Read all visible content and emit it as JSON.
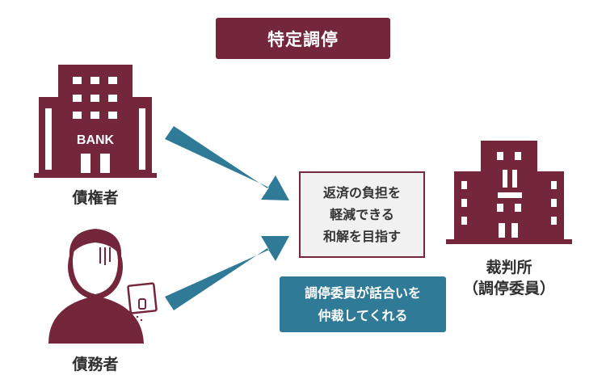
{
  "title": "特定調停",
  "creditor": {
    "building_text": "BANK",
    "label": "債権者"
  },
  "debtor": {
    "label": "債務者"
  },
  "center": {
    "lines": [
      "返済の負担を",
      "軽減できる",
      "和解を目指す"
    ]
  },
  "court": {
    "label_line1": "裁判所",
    "label_line2": "（調停委員）"
  },
  "note": {
    "lines": [
      "調停委員が話合いを",
      "仲裁してくれる"
    ]
  },
  "colors": {
    "primary": "#74263b",
    "accent": "#2f7a96",
    "box_bg": "#f1f1f1"
  }
}
